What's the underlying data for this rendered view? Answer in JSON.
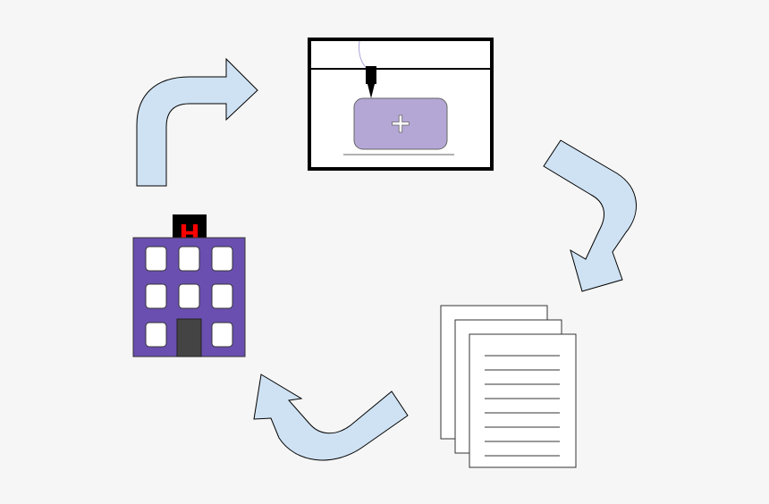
{
  "hospital": {
    "sign_text": "H",
    "sign_text_color": "#ff0000",
    "sign_bg_color": "#000000",
    "building_color": "#6a4fb0",
    "window_color": "#ffffff",
    "door_color": "#444444"
  },
  "printer": {
    "frame_color": "#000000",
    "print_bed_color": "#b4a7d6",
    "print_symbol": "+",
    "nozzle_color": "#000000"
  },
  "documents": {
    "page_count": 3,
    "line_count": 8,
    "paper_color": "#ffffff"
  },
  "arrows": {
    "fill_color": "#cfe2f3",
    "stroke_color": "#000000",
    "items": [
      {
        "name": "hospital-to-printer-arrow"
      },
      {
        "name": "printer-to-documents-arrow"
      },
      {
        "name": "documents-to-hospital-arrow"
      }
    ]
  },
  "icons": {
    "hospital": "hospital-building-icon",
    "printer": "3d-printer-icon",
    "documents": "document-stack-icon"
  }
}
